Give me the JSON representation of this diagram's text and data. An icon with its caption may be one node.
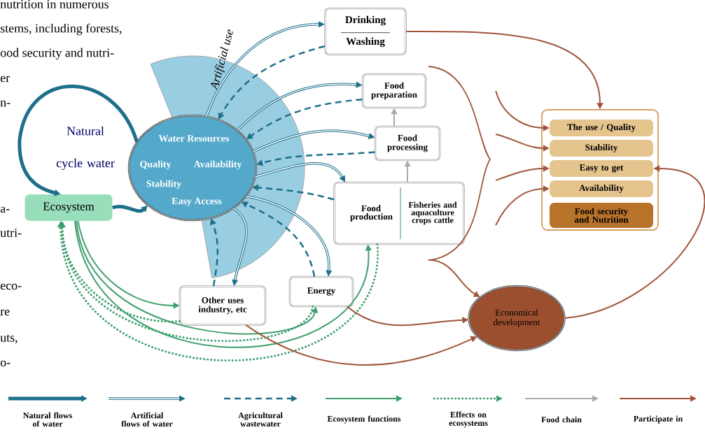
{
  "diagram": {
    "nodes": [
      {
        "text": [
          "Ecosystem"
        ]
      },
      {
        "text": [
          "Water Resources",
          "Quality",
          "Availability",
          "Stability",
          "Easy Access"
        ]
      },
      {
        "text": [
          "Drinking",
          "Washing"
        ]
      },
      {
        "text": [
          "Food preparation"
        ]
      },
      {
        "text": [
          "Food processing"
        ]
      },
      {
        "text": [
          "Food production",
          "Fisheries and aquaculture crops cattle"
        ]
      },
      {
        "text": [
          "Other uses industry, etc"
        ]
      },
      {
        "text": [
          "Energy"
        ]
      },
      {
        "text": [],
        "shape": "box"
      },
      {
        "text": [
          "The use / Quality"
        ],
        "in": 8
      },
      {
        "text": [
          "Stability"
        ],
        "in": 8
      },
      {
        "text": [
          "Easy to get"
        ],
        "in": 8
      },
      {
        "text": [
          "Availability"
        ],
        "in": 8
      },
      {
        "text": [
          "Food security and Nutrition"
        ],
        "in": 8
      },
      {
        "text": [
          "Economical development"
        ]
      },
      {
        "text": [],
        "shape": "bracket"
      }
    ],
    "edges": [
      {
        "from": 0,
        "to": 1,
        "arrow": "to",
        "style": "thick"
      },
      {
        "from": 1,
        "to": 0,
        "arrow": "to",
        "style": "thick"
      },
      {
        "from": 1,
        "to": 2,
        "arrow": "to"
      },
      {
        "from": 2,
        "to": 1,
        "arrow": "to",
        "style": "dashed"
      },
      {
        "from": 1,
        "to": 3,
        "arrow": "to"
      },
      {
        "from": 3,
        "to": 1,
        "arrow": "to",
        "style": "dashed"
      },
      {
        "from": 1,
        "to": 4,
        "arrow": "to"
      },
      {
        "from": 4,
        "to": 1,
        "arrow": "to",
        "style": "dashed"
      },
      {
        "from": 1,
        "to": 5,
        "arrow": "to"
      },
      {
        "from": 5,
        "to": 1,
        "arrow": "to",
        "style": "dashed"
      },
      {
        "from": 1,
        "to": 6,
        "arrow": "to"
      },
      {
        "from": 6,
        "to": 1,
        "arrow": "to",
        "style": "dashed"
      },
      {
        "from": 1,
        "to": 7,
        "arrow": "to"
      },
      {
        "from": 7,
        "to": 1,
        "arrow": "to",
        "style": "dashed"
      },
      {
        "from": 5,
        "to": 4,
        "arrow": "to",
        "color": "#a8acac"
      },
      {
        "from": 4,
        "to": 3,
        "arrow": "to",
        "color": "#a8acac"
      },
      {
        "from": 0,
        "to": 6,
        "arrow": "to",
        "color": "#3f9f6e"
      },
      {
        "from": 0,
        "to": 7,
        "arrow": "to",
        "color": "#3f9f6e"
      },
      {
        "from": 0,
        "to": 5,
        "arrow": "to",
        "color": "#3f9f6e"
      },
      {
        "from": 6,
        "to": 0,
        "arrow": "to",
        "style": "dashed",
        "color": "#3f9f6e"
      },
      {
        "from": 7,
        "to": 0,
        "arrow": "to",
        "style": "dashed",
        "color": "#3f9f6e"
      },
      {
        "from": 5,
        "to": 0,
        "arrow": "to",
        "style": "dashed",
        "color": "#3f9f6e"
      },
      {
        "from": 2,
        "to": 8,
        "arrow": "to",
        "color": "#a0553a"
      },
      {
        "from": 15,
        "to": 9,
        "arrow": "to",
        "color": "#a0553a"
      },
      {
        "from": 15,
        "to": 10,
        "arrow": "to",
        "color": "#a0553a"
      },
      {
        "from": 15,
        "to": 11,
        "arrow": "to",
        "color": "#a0553a"
      },
      {
        "from": 15,
        "to": 12,
        "arrow": "to",
        "color": "#a0553a"
      },
      {
        "from": 15,
        "to": 14,
        "arrow": "to",
        "color": "#a0553a"
      },
      {
        "from": 6,
        "to": 14,
        "arrow": "to",
        "color": "#a0553a"
      },
      {
        "from": 7,
        "to": 14,
        "arrow": "to",
        "color": "#a0553a"
      },
      {
        "from": 14,
        "to": 11,
        "arrow": "to",
        "color": "#a0553a"
      }
    ],
    "labels": [
      "nutrition in numerous",
      "stems, including forests,",
      "ood security and nutri-",
      "Artificial use",
      "er",
      "n-",
      "Natural cycle water",
      "a-",
      "utri-",
      "eco-",
      "re",
      "uts,",
      "o-"
    ],
    "legend": [
      {
        "text": "Natural flows of water"
      },
      {
        "text": "Artificial flows of water"
      },
      {
        "text": "Agricultural wastewater"
      },
      {
        "text": "Ecosystem functions"
      },
      {
        "text": "Effects on ecosystems"
      },
      {
        "text": "Food chain"
      },
      {
        "text": "Participate in"
      }
    ]
  }
}
